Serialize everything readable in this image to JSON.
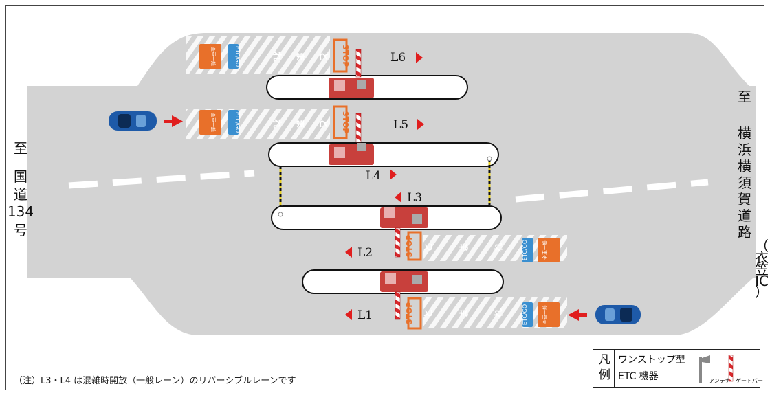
{
  "destinations": {
    "left": [
      "至",
      "国",
      "道",
      "134",
      "号"
    ],
    "right_top": "至",
    "right_main": [
      "横",
      "浜",
      "横",
      "須",
      "賀",
      "道",
      "路"
    ],
    "right_sub": [
      "（",
      "衣",
      "笠",
      "IC",
      "）"
    ]
  },
  "lanes": {
    "L1": "L1",
    "L2": "L2",
    "L3": "L3",
    "L4": "L4",
    "L5": "L5",
    "L6": "L6"
  },
  "markings": {
    "stop": "STOP",
    "etc": "ETC/GO",
    "tomare": [
      "と",
      "ま",
      "れ"
    ],
    "general": "全車一般"
  },
  "note": "（注）L3・L4 は混雑時開放（一般レーン）のリバーシブルレーンです",
  "legend": {
    "title": "凡例",
    "line1": "ワンストップ型",
    "line2": "ETC 機器",
    "antenna_label": "アンテナ",
    "gate_label": "ゲートバー"
  },
  "colors": {
    "road": "#d2d2d2",
    "booth": "#c8403c",
    "arrow": "#e01e1e",
    "orange": "#e8702a",
    "car": "#1e5aa8"
  }
}
